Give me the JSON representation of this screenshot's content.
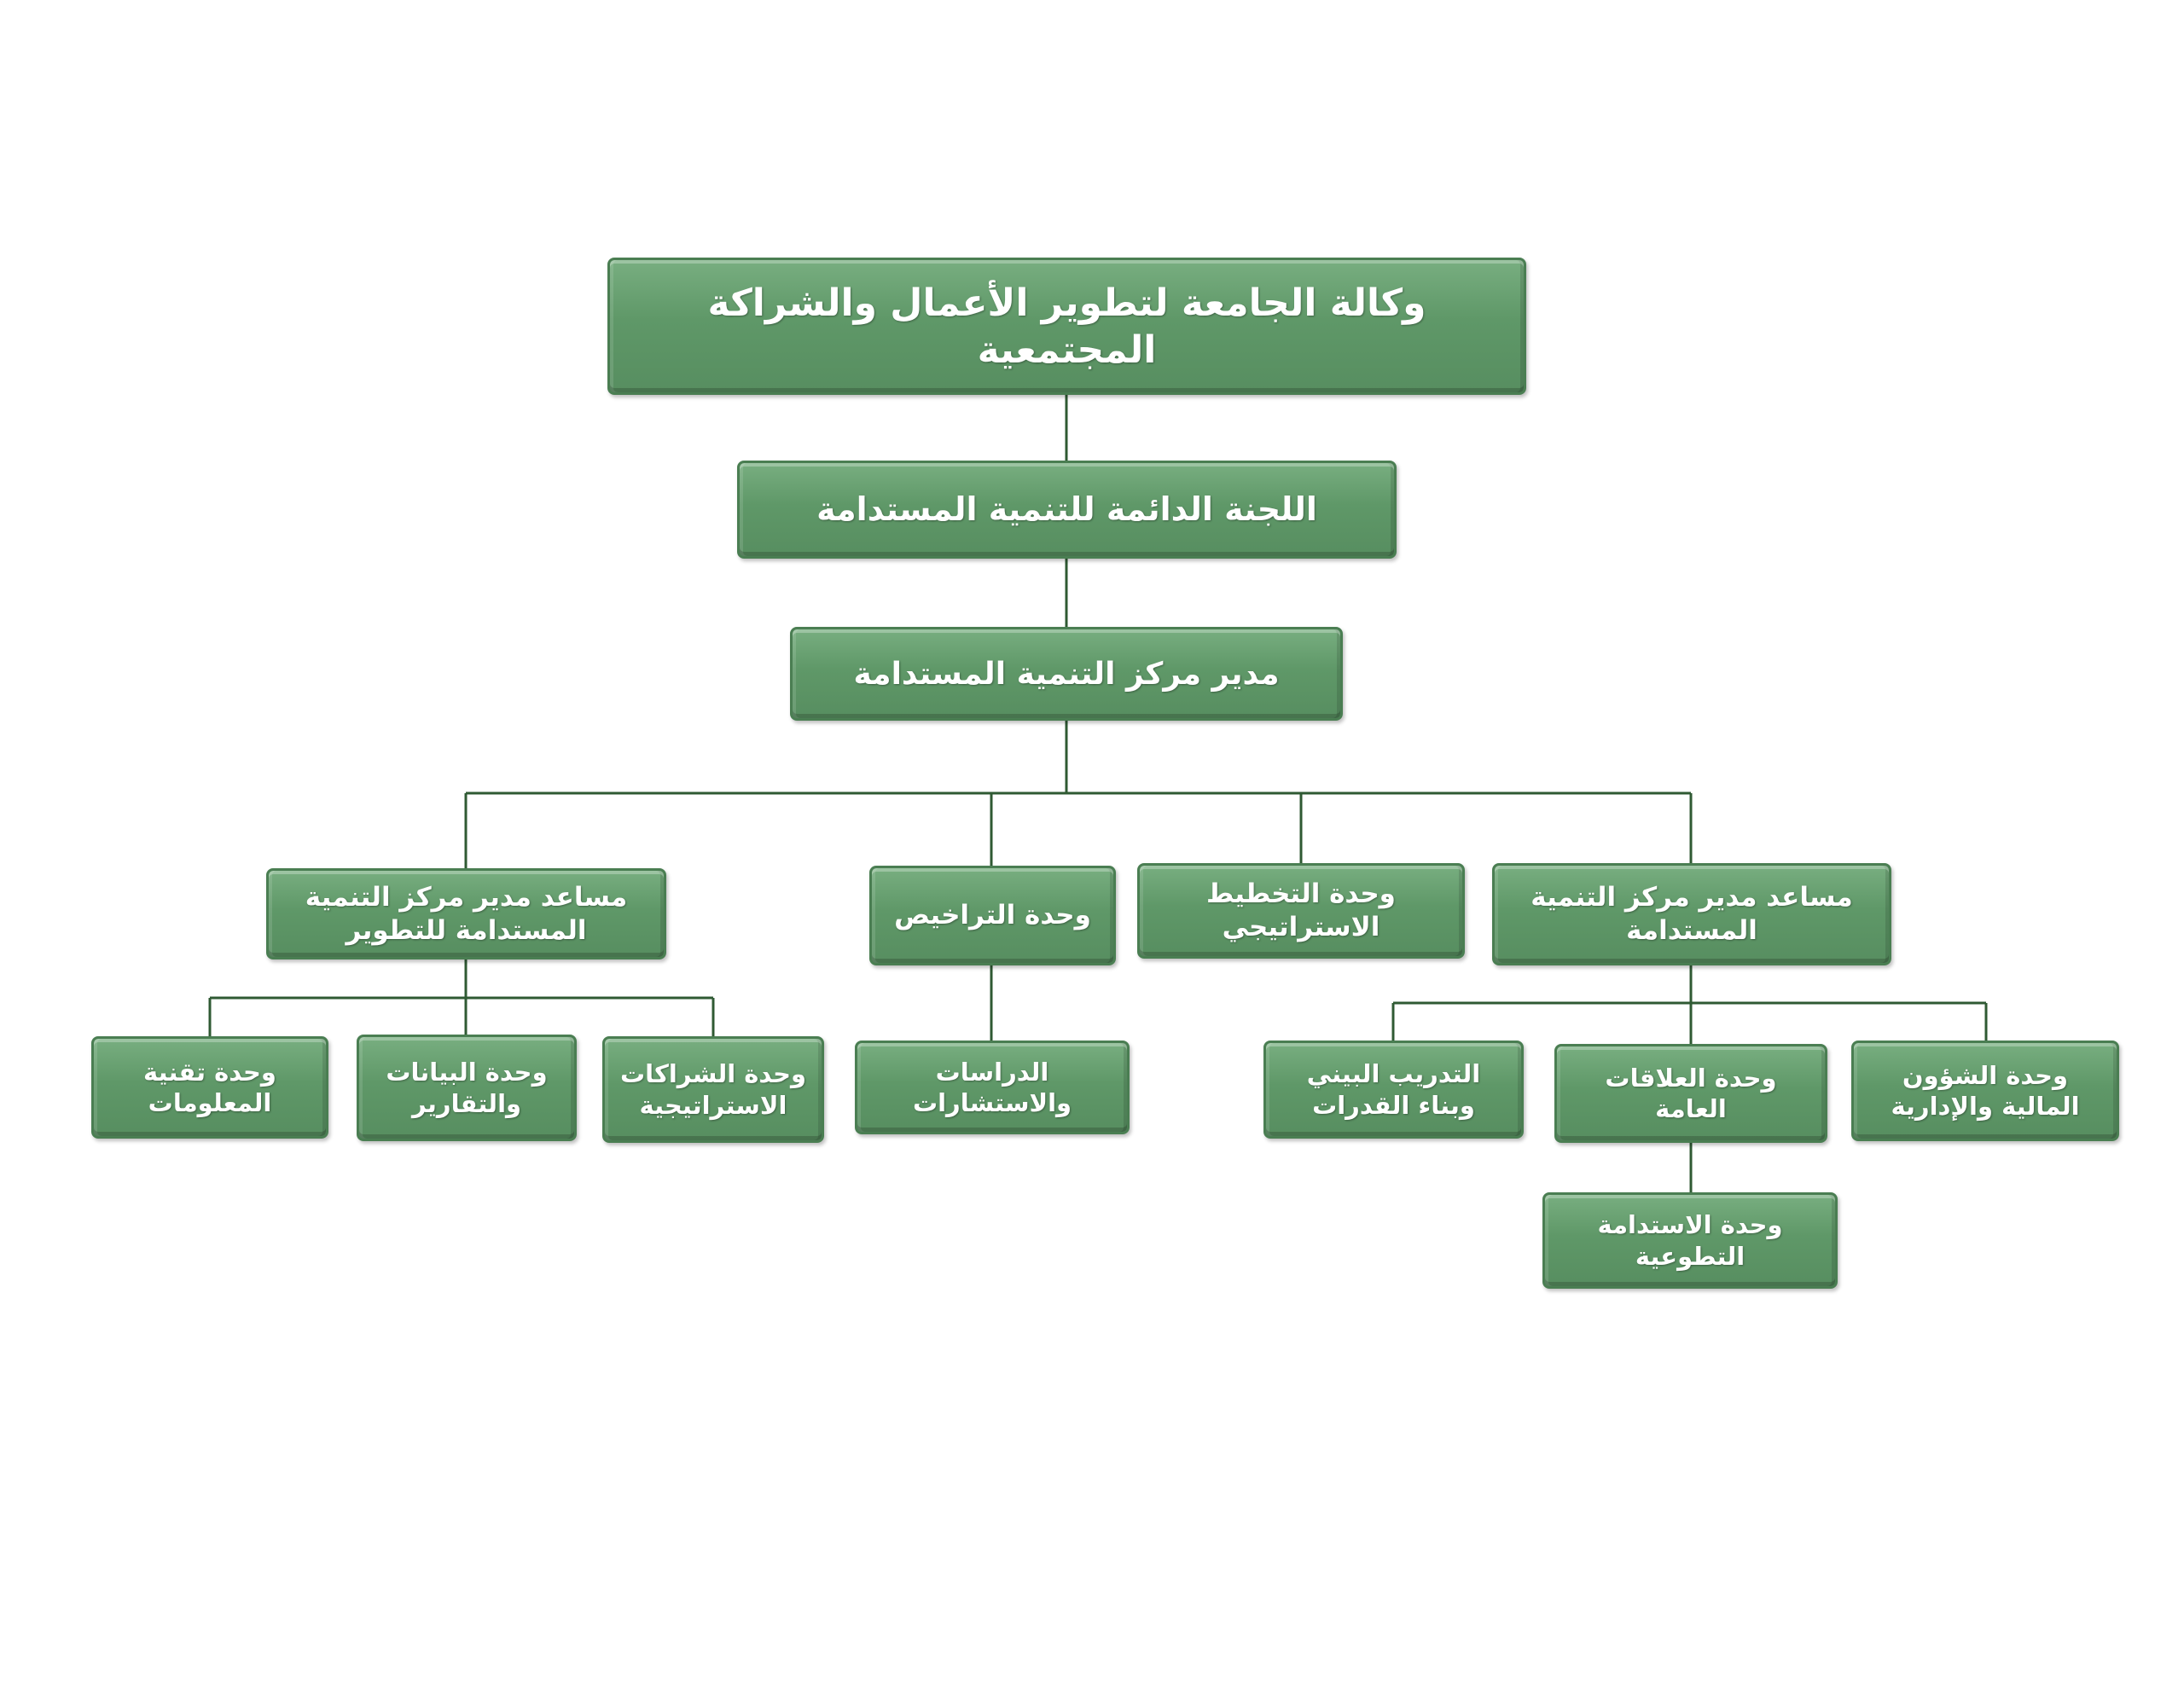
{
  "chart": {
    "root": "وكالة الجامعة لتطوير الأعمال والشراكة المجتمعية",
    "committee": "اللجنة الدائمة للتنمية المستدامة",
    "director": "مدير مركز التنمية المستدامة",
    "branches": {
      "assistant_sustainability": {
        "label": "مساعد مدير مركز التنمية المستدامة",
        "units": {
          "financial_admin": "وحدة الشؤون المالية والإدارية",
          "public_relations": "وحدة العلاقات العامة",
          "environmental_training": "التدريب البيني وبناء القدرات",
          "volunteer_sustainability": "وحدة الاستدامة التطوعية"
        }
      },
      "strategic_planning": "وحدة التخطيط الاستراتيجي",
      "licensing": {
        "label": "وحدة التراخيص",
        "child": "الدراسات والاستشارات"
      },
      "assistant_development": {
        "label": "مساعد مدير مركز التنمية المستدامة للتطوير",
        "units": {
          "strategic_partnerships": "وحدة الشراكات الاستراتيجية",
          "data_reports": "وحدة البيانات والتقارير",
          "it_unit": "وحدة تقنية المعلومات"
        }
      }
    },
    "colors": {
      "node_fill": "#5f9868",
      "node_border": "#4a7e52",
      "connector": "#2f5a33",
      "text": "#ffffff"
    }
  }
}
